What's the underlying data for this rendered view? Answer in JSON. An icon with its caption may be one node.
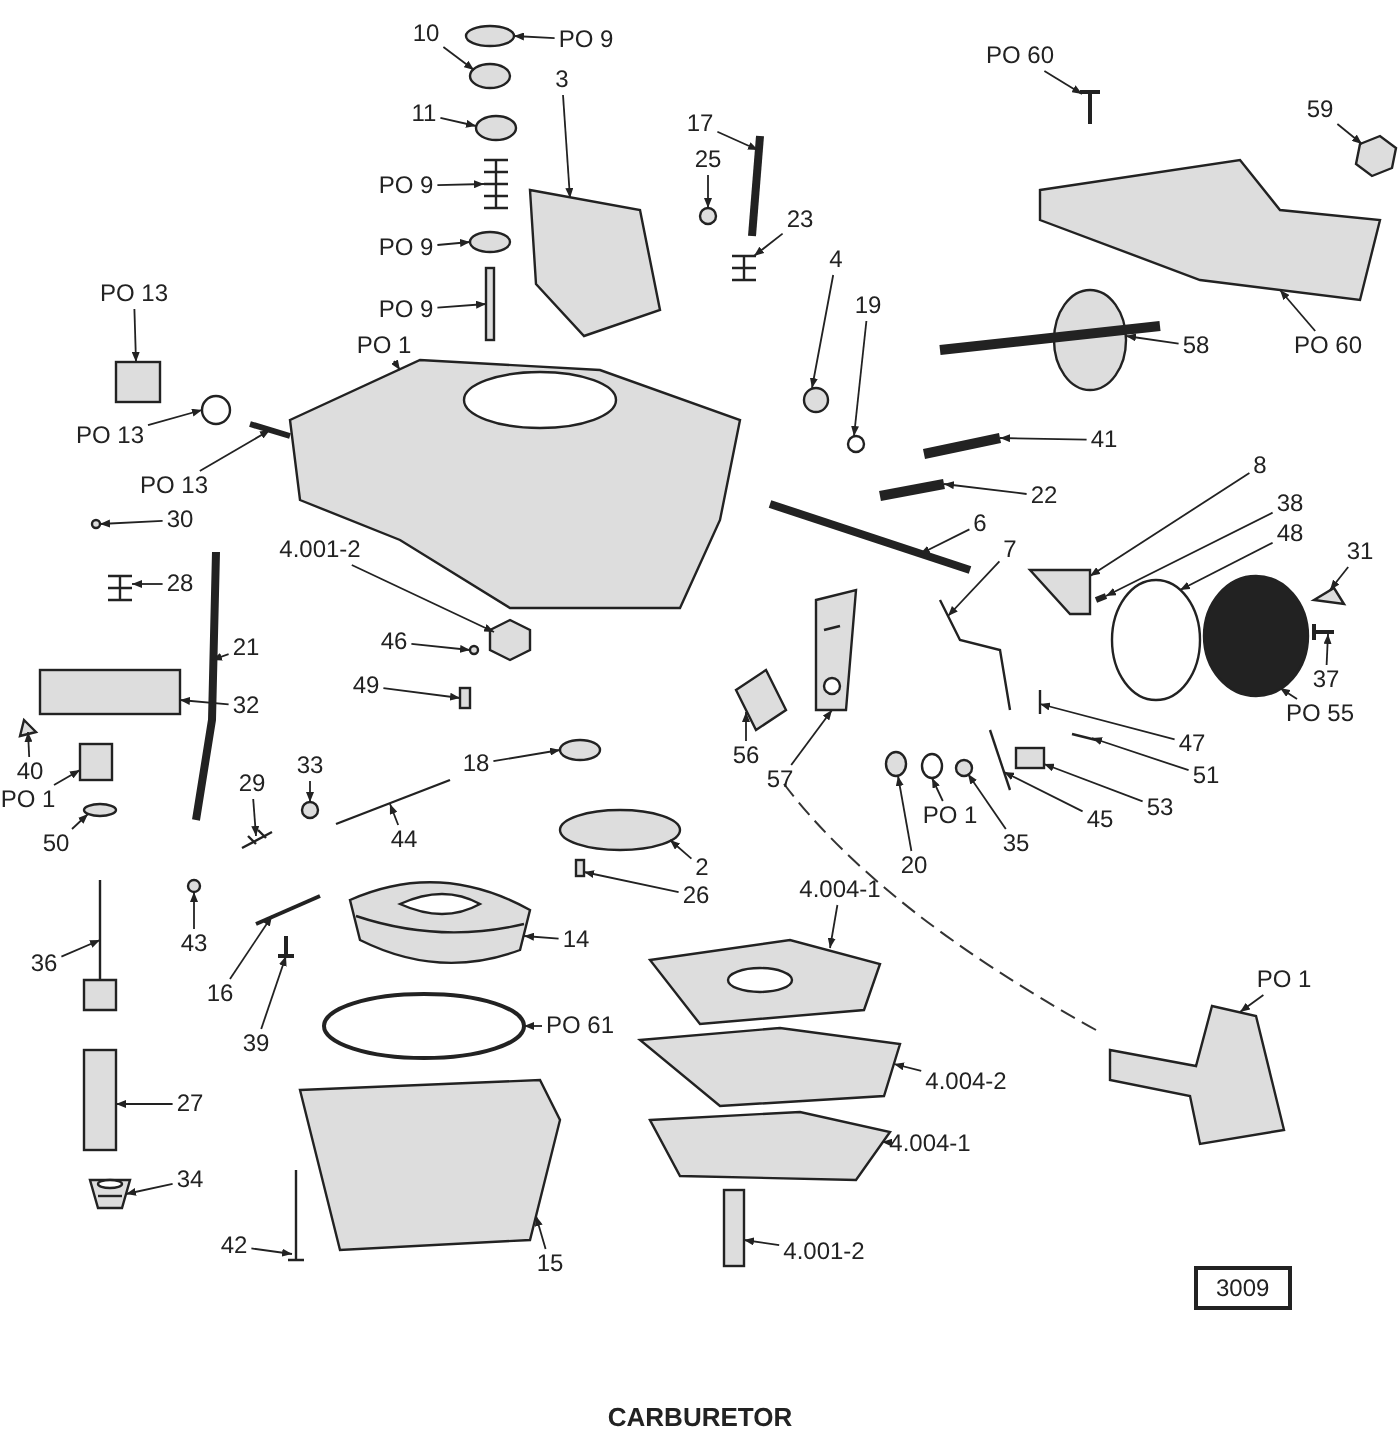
{
  "diagram": {
    "caption": "CARBURETOR",
    "nodes": [
      {
        "text": [
          "PO 9"
        ]
      },
      {
        "text": [
          "10"
        ]
      },
      {
        "text": [
          "11"
        ]
      },
      {
        "text": [
          "3"
        ]
      },
      {
        "text": [
          "PO 9"
        ]
      },
      {
        "text": [
          "PO 9"
        ]
      },
      {
        "text": [
          "PO 9"
        ]
      },
      {
        "text": [
          "PO 1"
        ]
      },
      {
        "text": [
          "PO 13"
        ]
      },
      {
        "text": [
          "PO 13"
        ]
      },
      {
        "text": [
          "PO 13"
        ]
      },
      {
        "text": [
          "17"
        ]
      },
      {
        "text": [
          "25"
        ]
      },
      {
        "text": [
          "23"
        ]
      },
      {
        "text": [
          "4"
        ]
      },
      {
        "text": [
          "19"
        ]
      },
      {
        "text": [
          "PO 60"
        ]
      },
      {
        "text": [
          "59"
        ]
      },
      {
        "text": [
          "58"
        ]
      },
      {
        "text": [
          "PO 60"
        ]
      },
      {
        "text": [
          "41"
        ]
      },
      {
        "text": [
          "22"
        ]
      },
      {
        "text": [
          "6"
        ]
      },
      {
        "text": [
          "8"
        ]
      },
      {
        "text": [
          "38"
        ]
      },
      {
        "text": [
          "48"
        ]
      },
      {
        "text": [
          "31"
        ]
      },
      {
        "text": [
          "37"
        ]
      },
      {
        "text": [
          "PO 55"
        ]
      },
      {
        "text": [
          "7"
        ]
      },
      {
        "text": [
          "30"
        ]
      },
      {
        "text": [
          "28"
        ]
      },
      {
        "text": [
          "21"
        ]
      },
      {
        "text": [
          "32"
        ]
      },
      {
        "text": [
          "4.001-2"
        ]
      },
      {
        "text": [
          "46"
        ]
      },
      {
        "text": [
          "49"
        ]
      },
      {
        "text": [
          "40"
        ]
      },
      {
        "text": [
          "PO 1"
        ]
      },
      {
        "text": [
          "50"
        ]
      },
      {
        "text": [
          "29"
        ]
      },
      {
        "text": [
          "33"
        ]
      },
      {
        "text": [
          "44"
        ]
      },
      {
        "text": [
          "43"
        ]
      },
      {
        "text": [
          "36"
        ]
      },
      {
        "text": [
          "16"
        ]
      },
      {
        "text": [
          "39"
        ]
      },
      {
        "text": [
          "14"
        ]
      },
      {
        "text": [
          "18"
        ]
      },
      {
        "text": [
          "2"
        ]
      },
      {
        "text": [
          "26"
        ]
      },
      {
        "text": [
          "56"
        ]
      },
      {
        "text": [
          "57"
        ]
      },
      {
        "text": [
          "20"
        ]
      },
      {
        "text": [
          "PO 1"
        ]
      },
      {
        "text": [
          "35"
        ]
      },
      {
        "text": [
          "47"
        ]
      },
      {
        "text": [
          "51"
        ]
      },
      {
        "text": [
          "53"
        ]
      },
      {
        "text": [
          "45"
        ]
      },
      {
        "text": [
          "4.004-1"
        ]
      },
      {
        "text": [
          "4.004-2"
        ]
      },
      {
        "text": [
          "4.004-1"
        ]
      },
      {
        "text": [
          "4.001-2"
        ]
      },
      {
        "text": [
          "PO 1"
        ]
      },
      {
        "text": [
          "PO 61"
        ]
      },
      {
        "text": [
          "27"
        ]
      },
      {
        "text": [
          "34"
        ]
      },
      {
        "text": [
          "15"
        ]
      },
      {
        "text": [
          "42"
        ]
      },
      {
        "text": [],
        "shape": "circle"
      },
      {
        "text": [],
        "shape": "circle"
      },
      {
        "text": [],
        "shape": "circle"
      },
      {
        "text": [],
        "shape": "picture"
      },
      {
        "text": [],
        "shape": "picture"
      },
      {
        "text": [],
        "shape": "circle"
      },
      {
        "text": [],
        "shape": "box"
      },
      {
        "text": [],
        "shape": "picture"
      },
      {
        "text": [],
        "shape": "box"
      },
      {
        "text": [],
        "shape": "circle"
      },
      {
        "text": [],
        "shape": "picture"
      },
      {
        "text": [],
        "shape": "picture"
      },
      {
        "text": [],
        "shape": "circle"
      },
      {
        "text": [],
        "shape": "picture"
      },
      {
        "text": [],
        "shape": "circle"
      },
      {
        "text": [],
        "shape": "circle"
      },
      {
        "text": [],
        "shape": "picture"
      },
      {
        "text": [],
        "shape": "picture"
      },
      {
        "text": [],
        "shape": "picture"
      },
      {
        "text": [],
        "shape": "picture"
      },
      {
        "text": [],
        "shape": "picture"
      },
      {
        "text": [],
        "shape": "picture"
      },
      {
        "text": [],
        "shape": "picture"
      },
      {
        "text": [],
        "shape": "picture"
      },
      {
        "text": [],
        "shape": "picture"
      },
      {
        "text": [],
        "shape": "circle"
      },
      {
        "text": [],
        "shape": "picture"
      },
      {
        "text": [],
        "shape": "picture"
      },
      {
        "text": [],
        "shape": "circle"
      },
      {
        "text": [],
        "shape": "picture"
      },
      {
        "text": [],
        "shape": "circle"
      },
      {
        "text": [],
        "shape": "picture"
      },
      {
        "text": [],
        "shape": "picture"
      },
      {
        "text": [],
        "shape": "box"
      },
      {
        "text": [],
        "shape": "picture"
      },
      {
        "text": [],
        "shape": "circle"
      },
      {
        "text": [],
        "shape": "box"
      },
      {
        "text": [],
        "shape": "picture"
      },
      {
        "text": [],
        "shape": "box"
      },
      {
        "text": [],
        "shape": "circle"
      },
      {
        "text": [],
        "shape": "picture"
      },
      {
        "text": [],
        "shape": "circle"
      },
      {
        "text": [],
        "shape": "picture"
      },
      {
        "text": [],
        "shape": "circle"
      },
      {
        "text": [],
        "shape": "picture"
      },
      {
        "text": [],
        "shape": "picture"
      },
      {
        "text": [],
        "shape": "picture"
      },
      {
        "text": [],
        "shape": "picture"
      },
      {
        "text": [],
        "shape": "circle"
      },
      {
        "text": [],
        "shape": "circle"
      },
      {
        "text": [],
        "shape": "box"
      },
      {
        "text": [],
        "shape": "picture"
      },
      {
        "text": [],
        "shape": "picture"
      },
      {
        "text": [],
        "shape": "circle"
      },
      {
        "text": [],
        "shape": "circle"
      },
      {
        "text": [],
        "shape": "circle"
      },
      {
        "text": [],
        "shape": "picture"
      },
      {
        "text": [],
        "shape": "picture"
      },
      {
        "text": [],
        "shape": "box"
      },
      {
        "text": [],
        "shape": "picture"
      },
      {
        "text": [],
        "shape": "picture"
      },
      {
        "text": [],
        "shape": "picture"
      },
      {
        "text": [],
        "shape": "picture"
      },
      {
        "text": [],
        "shape": "box"
      },
      {
        "text": [],
        "shape": "picture"
      },
      {
        "text": [],
        "shape": "circle"
      },
      {
        "text": [],
        "shape": "box"
      },
      {
        "text": [],
        "shape": "picture"
      },
      {
        "text": [],
        "shape": "picture"
      },
      {
        "text": [],
        "shape": "picture"
      }
    ],
    "edges": [
      {
        "from": 0,
        "to": 70,
        "arrow": "to"
      },
      {
        "from": 1,
        "to": 71,
        "arrow": "to"
      },
      {
        "from": 2,
        "to": 72,
        "arrow": "to"
      },
      {
        "from": 3,
        "to": 73,
        "arrow": "to"
      },
      {
        "from": 4,
        "to": 74,
        "arrow": "to"
      },
      {
        "from": 5,
        "to": 75,
        "arrow": "to"
      },
      {
        "from": 6,
        "to": 76,
        "arrow": "to"
      },
      {
        "from": 7,
        "to": 77,
        "arrow": "to"
      },
      {
        "from": 8,
        "to": 78,
        "arrow": "to"
      },
      {
        "from": 9,
        "to": 79,
        "arrow": "to"
      },
      {
        "from": 10,
        "to": 80,
        "arrow": "to"
      },
      {
        "from": 11,
        "to": 81,
        "arrow": "to"
      },
      {
        "from": 12,
        "to": 82,
        "arrow": "to"
      },
      {
        "from": 13,
        "to": 83,
        "arrow": "to"
      },
      {
        "from": 14,
        "to": 84,
        "arrow": "to"
      },
      {
        "from": 15,
        "to": 85,
        "arrow": "to"
      },
      {
        "from": 16,
        "to": 86,
        "arrow": "to"
      },
      {
        "from": 17,
        "to": 87,
        "arrow": "to"
      },
      {
        "from": 18,
        "to": 88,
        "arrow": "to"
      },
      {
        "from": 19,
        "to": 89,
        "arrow": "to"
      },
      {
        "from": 20,
        "to": 90,
        "arrow": "to"
      },
      {
        "from": 21,
        "to": 91,
        "arrow": "to"
      },
      {
        "from": 22,
        "to": 92,
        "arrow": "to"
      },
      {
        "from": 23,
        "to": 93,
        "arrow": "to"
      },
      {
        "from": 24,
        "to": 94,
        "arrow": "to"
      },
      {
        "from": 25,
        "to": 95,
        "arrow": "to"
      },
      {
        "from": 26,
        "to": 96,
        "arrow": "to"
      },
      {
        "from": 27,
        "to": 97,
        "arrow": "to"
      },
      {
        "from": 28,
        "to": 98,
        "arrow": "to"
      },
      {
        "from": 29,
        "to": 99,
        "arrow": "to"
      },
      {
        "from": 30,
        "to": 100,
        "arrow": "to"
      },
      {
        "from": 31,
        "to": 101,
        "arrow": "to"
      },
      {
        "from": 32,
        "to": 102,
        "arrow": "to"
      },
      {
        "from": 33,
        "to": 103,
        "arrow": "to"
      },
      {
        "from": 34,
        "to": 104,
        "arrow": "to"
      },
      {
        "from": 35,
        "to": 105,
        "arrow": "to"
      },
      {
        "from": 36,
        "to": 106,
        "arrow": "to"
      },
      {
        "from": 37,
        "to": 107,
        "arrow": "to"
      },
      {
        "from": 38,
        "to": 108,
        "arrow": "to"
      },
      {
        "from": 39,
        "to": 109,
        "arrow": "to"
      },
      {
        "from": 40,
        "to": 110,
        "arrow": "to"
      },
      {
        "from": 41,
        "to": 111,
        "arrow": "to"
      },
      {
        "from": 42,
        "to": 112,
        "arrow": "to"
      },
      {
        "from": 43,
        "to": 113,
        "arrow": "to"
      },
      {
        "from": 44,
        "to": 114,
        "arrow": "to"
      },
      {
        "from": 45,
        "to": 115,
        "arrow": "to"
      },
      {
        "from": 46,
        "to": 116,
        "arrow": "to"
      },
      {
        "from": 47,
        "to": 117,
        "arrow": "to"
      },
      {
        "from": 48,
        "to": 118,
        "arrow": "to"
      },
      {
        "from": 49,
        "to": 119,
        "arrow": "to"
      },
      {
        "from": 50,
        "to": 120,
        "arrow": "to"
      },
      {
        "from": 51,
        "to": 121,
        "arrow": "to"
      },
      {
        "from": 52,
        "to": 122,
        "arrow": "to"
      },
      {
        "from": 53,
        "to": 123,
        "arrow": "to"
      },
      {
        "from": 54,
        "to": 124,
        "arrow": "to"
      },
      {
        "from": 55,
        "to": 125,
        "arrow": "to"
      },
      {
        "from": 56,
        "to": 126,
        "arrow": "to"
      },
      {
        "from": 57,
        "to": 127,
        "arrow": "to"
      },
      {
        "from": 58,
        "to": 128,
        "arrow": "to"
      },
      {
        "from": 59,
        "to": 129,
        "arrow": "to"
      },
      {
        "from": 60,
        "to": 130,
        "arrow": "to"
      },
      {
        "from": 61,
        "to": 131,
        "arrow": "to"
      },
      {
        "from": 62,
        "to": 132,
        "arrow": "to"
      },
      {
        "from": 63,
        "to": 133,
        "arrow": "to"
      },
      {
        "from": 64,
        "to": 134,
        "arrow": "to"
      },
      {
        "from": 65,
        "to": 135,
        "arrow": "to"
      },
      {
        "from": 66,
        "to": 136,
        "arrow": "to"
      },
      {
        "from": 67,
        "to": 137,
        "arrow": "to"
      },
      {
        "from": 68,
        "to": 138,
        "arrow": "to"
      },
      {
        "from": 69,
        "to": 139,
        "arrow": "to"
      }
    ],
    "labels": [
      "3009"
    ]
  }
}
